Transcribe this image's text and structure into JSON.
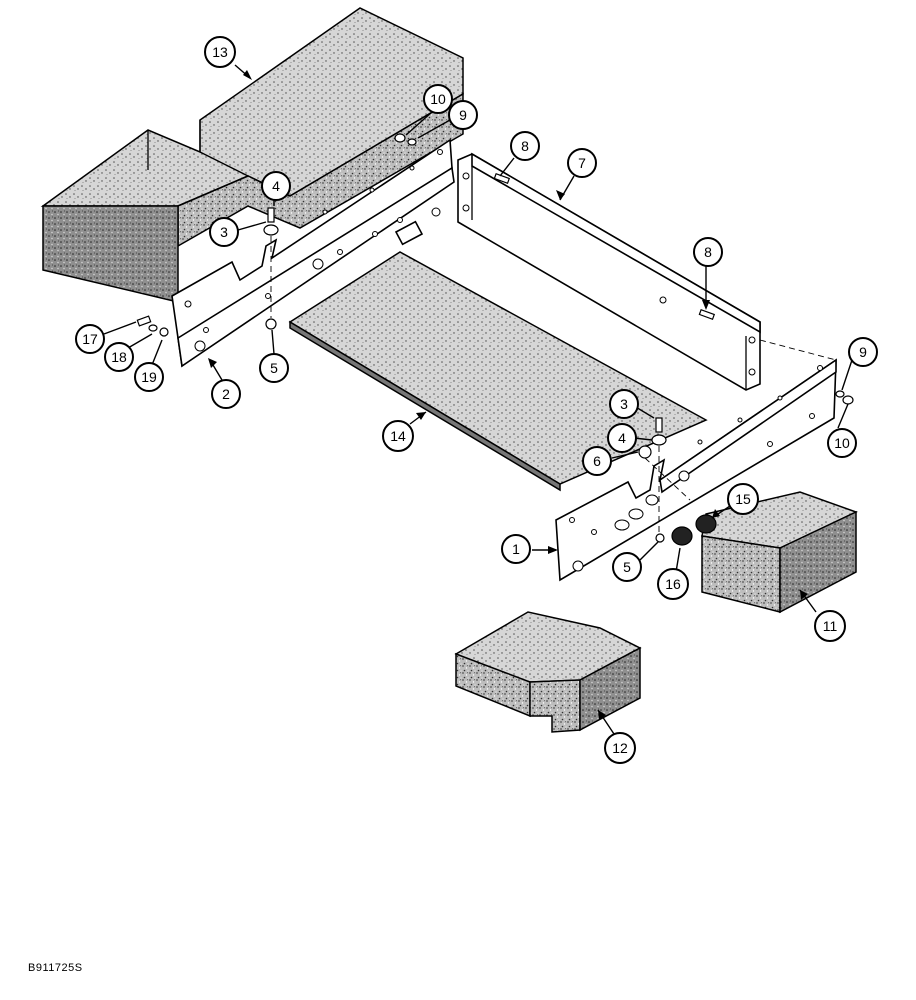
{
  "figure_code": "B911725S",
  "callouts": [
    {
      "id": "c13",
      "label": "13"
    },
    {
      "id": "c10a",
      "label": "10"
    },
    {
      "id": "c9a",
      "label": "9"
    },
    {
      "id": "c8a",
      "label": "8"
    },
    {
      "id": "c7",
      "label": "7"
    },
    {
      "id": "c4a",
      "label": "4"
    },
    {
      "id": "c3a",
      "label": "3"
    },
    {
      "id": "c8b",
      "label": "8"
    },
    {
      "id": "c17",
      "label": "17"
    },
    {
      "id": "c18",
      "label": "18"
    },
    {
      "id": "c19",
      "label": "19"
    },
    {
      "id": "c2",
      "label": "2"
    },
    {
      "id": "c5a",
      "label": "5"
    },
    {
      "id": "c9b",
      "label": "9"
    },
    {
      "id": "c3b",
      "label": "3"
    },
    {
      "id": "c14",
      "label": "14"
    },
    {
      "id": "c4b",
      "label": "4"
    },
    {
      "id": "c10b",
      "label": "10"
    },
    {
      "id": "c6",
      "label": "6"
    },
    {
      "id": "c15",
      "label": "15"
    },
    {
      "id": "c1",
      "label": "1"
    },
    {
      "id": "c5b",
      "label": "5"
    },
    {
      "id": "c16",
      "label": "16"
    },
    {
      "id": "c11",
      "label": "11"
    },
    {
      "id": "c12",
      "label": "12"
    }
  ]
}
